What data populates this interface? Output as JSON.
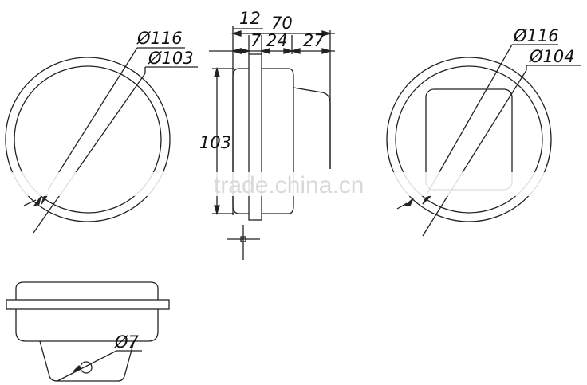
{
  "drawing": {
    "line_color": "#222222",
    "watermark_color": "#d9d9d9",
    "watermark": "trade.china.cn",
    "left_view": {
      "outer_diameter": "Ø116",
      "inner_diameter": "Ø103"
    },
    "side_view": {
      "overall_depth": "70",
      "flange_offset": "12",
      "flange_thickness": "7",
      "body_depth": "24",
      "back_depth": "27",
      "height": "103"
    },
    "right_view": {
      "outer_diameter": "Ø116",
      "inner_diameter": "Ø104"
    },
    "bottom_view": {
      "hole_diameter": "Ø7"
    }
  }
}
